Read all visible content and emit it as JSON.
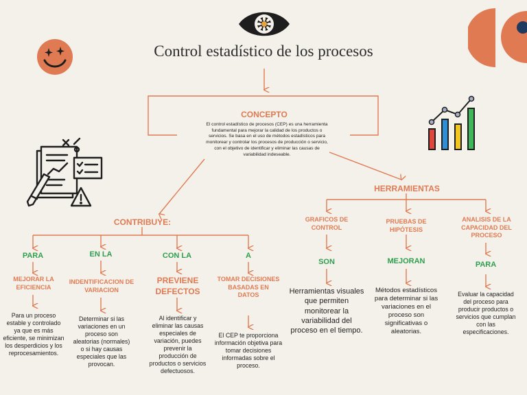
{
  "title": "Control estadístico de los procesos",
  "concept": {
    "title": "CONCEPTO",
    "body": "El control estadístico de procesos (CEP) es una herramienta fundamental para mejorar la calidad de los productos o servicios. Se basa en el uso de métodos estadísticos para monitorear y controlar los procesos de producción o servicio, con el objetivo de identificar y eliminar las causas de variabilidad indeseable."
  },
  "contribuye": {
    "title": "CONTRIBUYE:",
    "branches": [
      {
        "connector": "PARA",
        "heading": "MEJORAR LA EFICIENCIA",
        "body": "Para un proceso estable y controlado ya que es más eficiente, se minimizan los desperdicios y los reprocesamientos."
      },
      {
        "connector": "EN LA",
        "heading": "INDENTIFICACION DE VARIACION",
        "body": "Determinar si las variaciones en un proceso son aleatorias (normales) o si hay causas especiales que las provocan."
      },
      {
        "connector": "CON LA",
        "heading": "PREVIENE DEFECTOS",
        "body": "Al identificar y eliminar las causas especiales de variación, puedes prevenir la producción de productos o servicios defectuosos."
      },
      {
        "connector": "A",
        "heading": "TOMAR DECISIONES BASADAS EN DATOS",
        "body": "El CEP te proporciona información objetiva para tomar decisiones informadas sobre el proceso."
      }
    ]
  },
  "herramientas": {
    "title": "HERRAMIENTAS",
    "branches": [
      {
        "heading": "GRAFICOS DE CONTROL",
        "connector": "SON",
        "body": "Herramientas visuales que permiten monitorear la variabilidad del proceso en el tiempo."
      },
      {
        "heading": "PRUEBAS DE HIPÓTESIS",
        "connector": "MEJORAN",
        "body": "Métodos estadísticos para determinar si las variaciones en el proceso son significativas o aleatorias."
      },
      {
        "heading": "ANALISIS DE LA CAPACIDAD DEL PROCESO",
        "connector": "PARA",
        "body": "Evaluar la capacidad del proceso para producir productos o servicios que cumplan con las especificaciones."
      }
    ]
  },
  "colors": {
    "accent": "#e07a52",
    "green": "#2f9e4f",
    "dark": "#1e1e1e"
  },
  "icons": [
    "eye-icon",
    "smiley-sticker-icon",
    "half-circles-decoration",
    "bar-chart-icon",
    "checklist-strategy-icon"
  ]
}
